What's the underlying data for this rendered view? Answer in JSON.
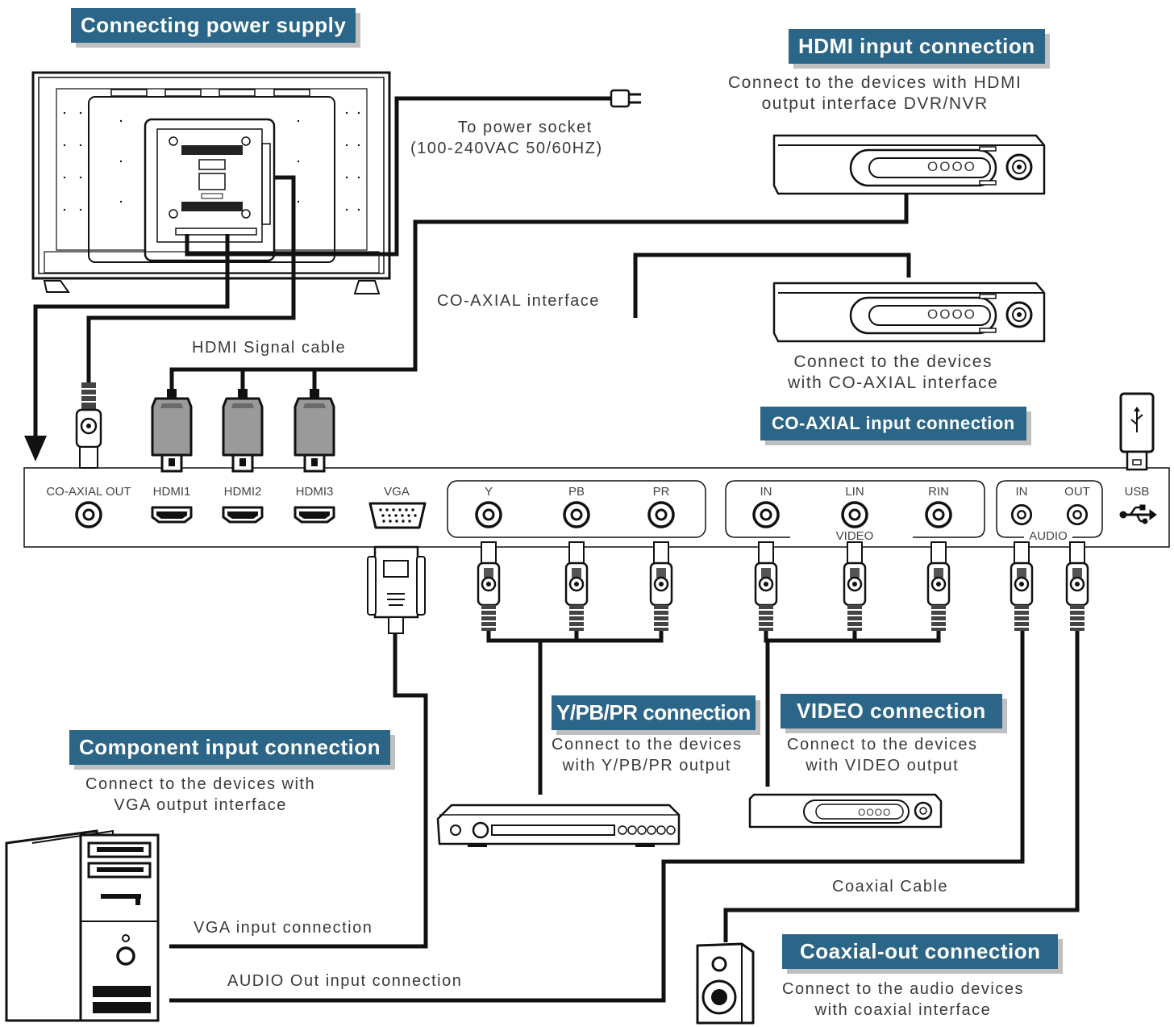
{
  "headers": {
    "power": "Connecting power supply",
    "hdmi": "HDMI input connection",
    "coaxial_in": "CO-AXIAL input connection",
    "component": "Component input connection",
    "ypbpr": "Y/PB/PR connection",
    "video": "VIDEO connection",
    "coax_out": "Coaxial-out connection"
  },
  "captions": {
    "power_socket": [
      "To power socket",
      "(100-240VAC 50/60HZ)"
    ],
    "hdmi_devices": [
      "Connect to the devices with HDMI",
      "output interface DVR/NVR"
    ],
    "coaxial_devices": [
      "Connect to the devices",
      "with CO-AXIAL interface"
    ],
    "coaxial_interface": "CO-AXIAL interface",
    "hdmi_cable": "HDMI Signal cable",
    "vga_devices": [
      "Connect to the devices with",
      "VGA output interface"
    ],
    "ypbpr_devices": [
      "Connect to the devices",
      "with Y/PB/PR output"
    ],
    "video_devices": [
      "Connect to the devices",
      "with VIDEO output"
    ],
    "coaxial_cable": "Coaxial Cable",
    "vga_input": "VGA input connection",
    "audio_out_input": "AUDIO Out input connection",
    "audio_devices": [
      "Connect to the audio devices",
      "with coaxial interface"
    ]
  },
  "ports": {
    "coaxial_out": "CO-AXIAL OUT",
    "hdmi1": "HDMI1",
    "hdmi2": "HDMI2",
    "hdmi3": "HDMI3",
    "vga": "VGA",
    "y": "Y",
    "pb": "PB",
    "pr": "PR",
    "in": "IN",
    "lin": "LIN",
    "rin": "RIN",
    "video_group": "VIDEO",
    "audio_in": "IN",
    "audio_out": "OUT",
    "audio_group": "AUDIO",
    "usb": "USB"
  },
  "device_display": "OOOO"
}
